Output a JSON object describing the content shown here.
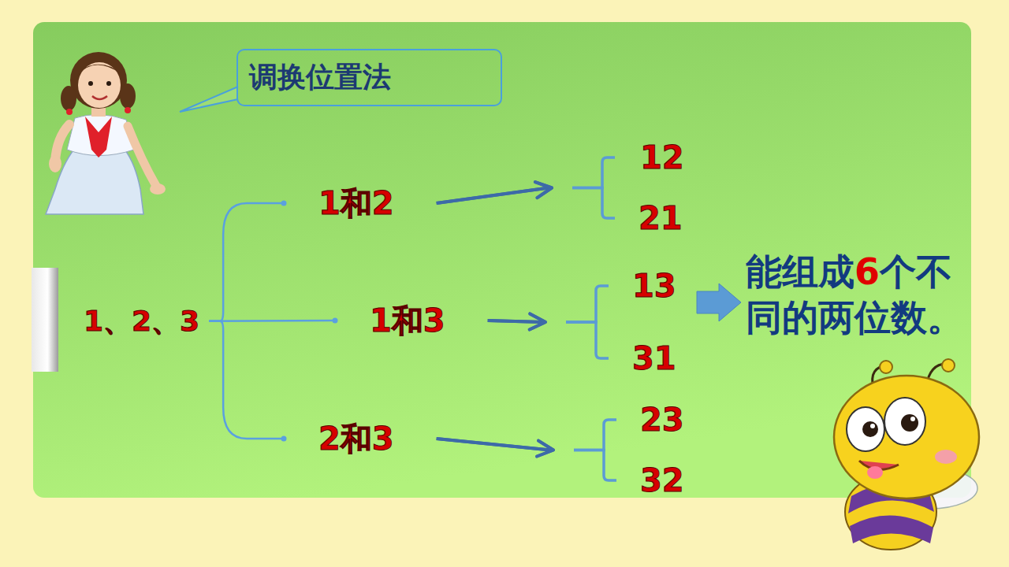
{
  "diagram": {
    "nodes": [
      {
        "text": [
          "调换位置法"
        ]
      },
      {
        "text": [
          "1、2、3"
        ]
      },
      {
        "text": [
          "1和2"
        ]
      },
      {
        "text": [
          "1和3"
        ]
      },
      {
        "text": [
          "2和3"
        ]
      },
      {
        "text": [
          "12"
        ]
      },
      {
        "text": [
          "21"
        ]
      },
      {
        "text": [
          "13"
        ]
      },
      {
        "text": [
          "31"
        ]
      },
      {
        "text": [
          "23"
        ]
      },
      {
        "text": [
          "32"
        ]
      },
      {
        "text": [
          "能组成",
          "6",
          "个不同的两位数。"
        ]
      }
    ],
    "edges": [
      {
        "from": 1,
        "to": 2,
        "arrow": "none"
      },
      {
        "from": 1,
        "to": 3,
        "arrow": "none"
      },
      {
        "from": 1,
        "to": 4,
        "arrow": "none"
      },
      {
        "from": 2,
        "to": 5,
        "arrow": "to"
      },
      {
        "from": 2,
        "to": 6,
        "arrow": "to"
      },
      {
        "from": 3,
        "to": 7,
        "arrow": "to"
      },
      {
        "from": 3,
        "to": 8,
        "arrow": "to"
      },
      {
        "from": 4,
        "to": 9,
        "arrow": "to"
      },
      {
        "from": 4,
        "to": 10,
        "arrow": "to"
      }
    ]
  }
}
